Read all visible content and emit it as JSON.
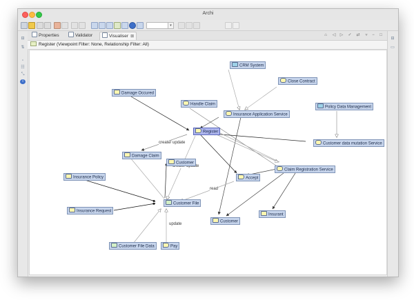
{
  "window": {
    "title": "Archi"
  },
  "tabs": [
    {
      "label": "Properties"
    },
    {
      "label": "Validator"
    },
    {
      "label": "Visualiser",
      "close": "⊠"
    }
  ],
  "info_bar": {
    "text": "Register (Viewpoint Filter: None, Relationship Filter: All)"
  },
  "toolbar": {
    "zoom_value": ""
  },
  "nodes": [
    {
      "id": "crm",
      "label": "CRM System",
      "icon": "app"
    },
    {
      "id": "close",
      "label": "Close Contract",
      "icon": "svc"
    },
    {
      "id": "dmgocc",
      "label": "Damage Occured",
      "icon": "biz"
    },
    {
      "id": "handle",
      "label": "Handle Claim",
      "icon": "svc"
    },
    {
      "id": "insapp",
      "label": "Insurance Application Service",
      "icon": "svc"
    },
    {
      "id": "policy",
      "label": "Policy Data Management",
      "icon": "app"
    },
    {
      "id": "register",
      "label": "Register",
      "icon": "proc",
      "selected": true
    },
    {
      "id": "custmut",
      "label": "Customer data mutation Service",
      "icon": "svc"
    },
    {
      "id": "dmgclaim",
      "label": "Damage Claim",
      "icon": "biz"
    },
    {
      "id": "customer1",
      "label": "Customer",
      "icon": "biz"
    },
    {
      "id": "claimreg",
      "label": "Claim Registration Service",
      "icon": "svc"
    },
    {
      "id": "accept",
      "label": "Accept",
      "icon": "proc"
    },
    {
      "id": "inspolicy",
      "label": "Insurance Policy",
      "icon": "biz"
    },
    {
      "id": "custfile",
      "label": "Customer File",
      "icon": "data"
    },
    {
      "id": "insreq",
      "label": "Insurance Request",
      "icon": "biz"
    },
    {
      "id": "insurant",
      "label": "Insurant",
      "icon": "biz"
    },
    {
      "id": "customer2",
      "label": "Customer",
      "icon": "biz"
    },
    {
      "id": "custfiledata",
      "label": "Customer File Data",
      "icon": "data"
    },
    {
      "id": "pay",
      "label": "Pay",
      "icon": "proc"
    }
  ],
  "edge_labels": [
    {
      "id": "l1",
      "text": "create/ update"
    },
    {
      "id": "l2",
      "text": "create/ update"
    },
    {
      "id": "l3",
      "text": "read"
    },
    {
      "id": "l4",
      "text": "update"
    }
  ],
  "colors": {
    "node_fill": "#c7d5ec",
    "node_border": "#7e93b6",
    "selected_fill": "#aeb6ef",
    "edge": "#444444"
  }
}
